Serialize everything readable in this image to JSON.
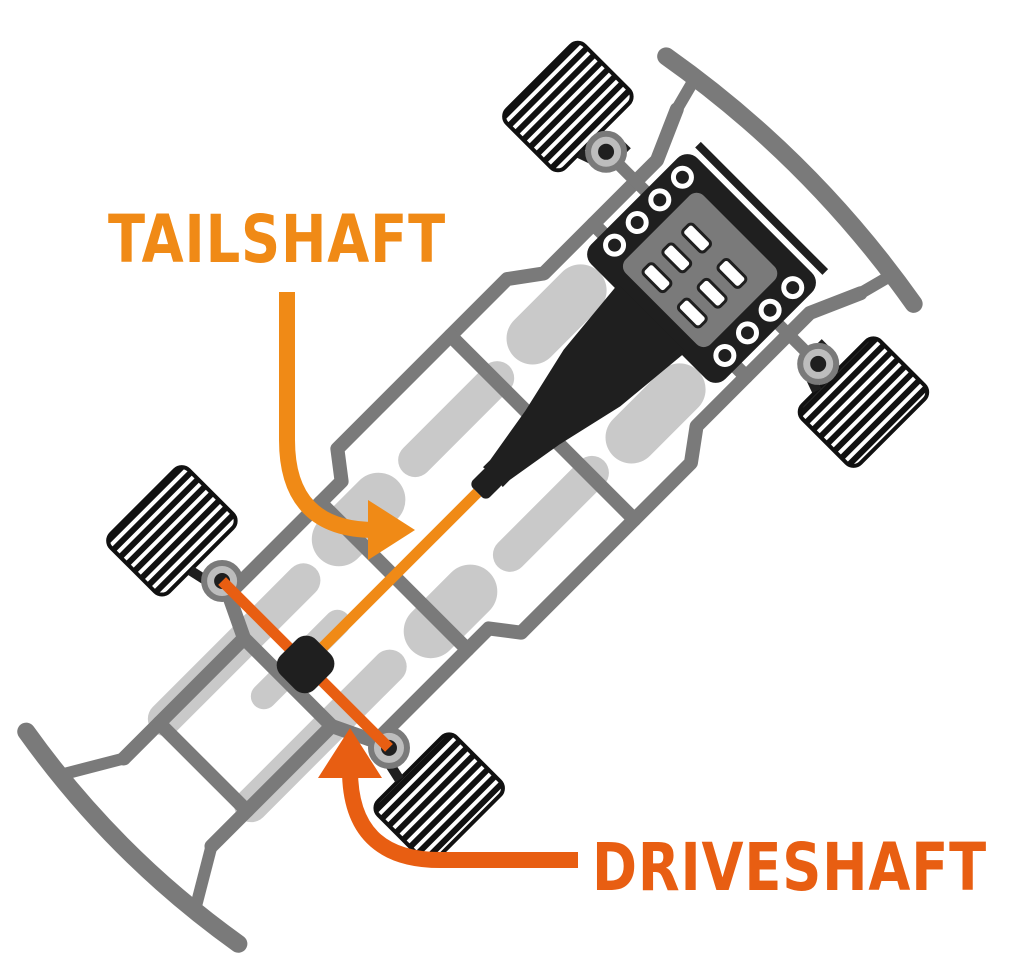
{
  "labels": {
    "tailshaft": "TAILSHAFT",
    "driveshaft": "DRIVESHAFT"
  },
  "colors": {
    "tailshaft": "#f08a16",
    "driveshaft": "#e85e12",
    "frame": "#7a7a7a",
    "frame_dark": "#5f5f5f",
    "exhaust": "#c9c9c9",
    "engine": "#1f1f1f",
    "tire_stripe": "#111111",
    "background": "#ffffff"
  },
  "icons": [
    "chassis-frame",
    "engine-block",
    "transmission",
    "tailshaft-shaft",
    "driveshaft-axle",
    "differential",
    "wheel-tire",
    "callout-arrow"
  ]
}
